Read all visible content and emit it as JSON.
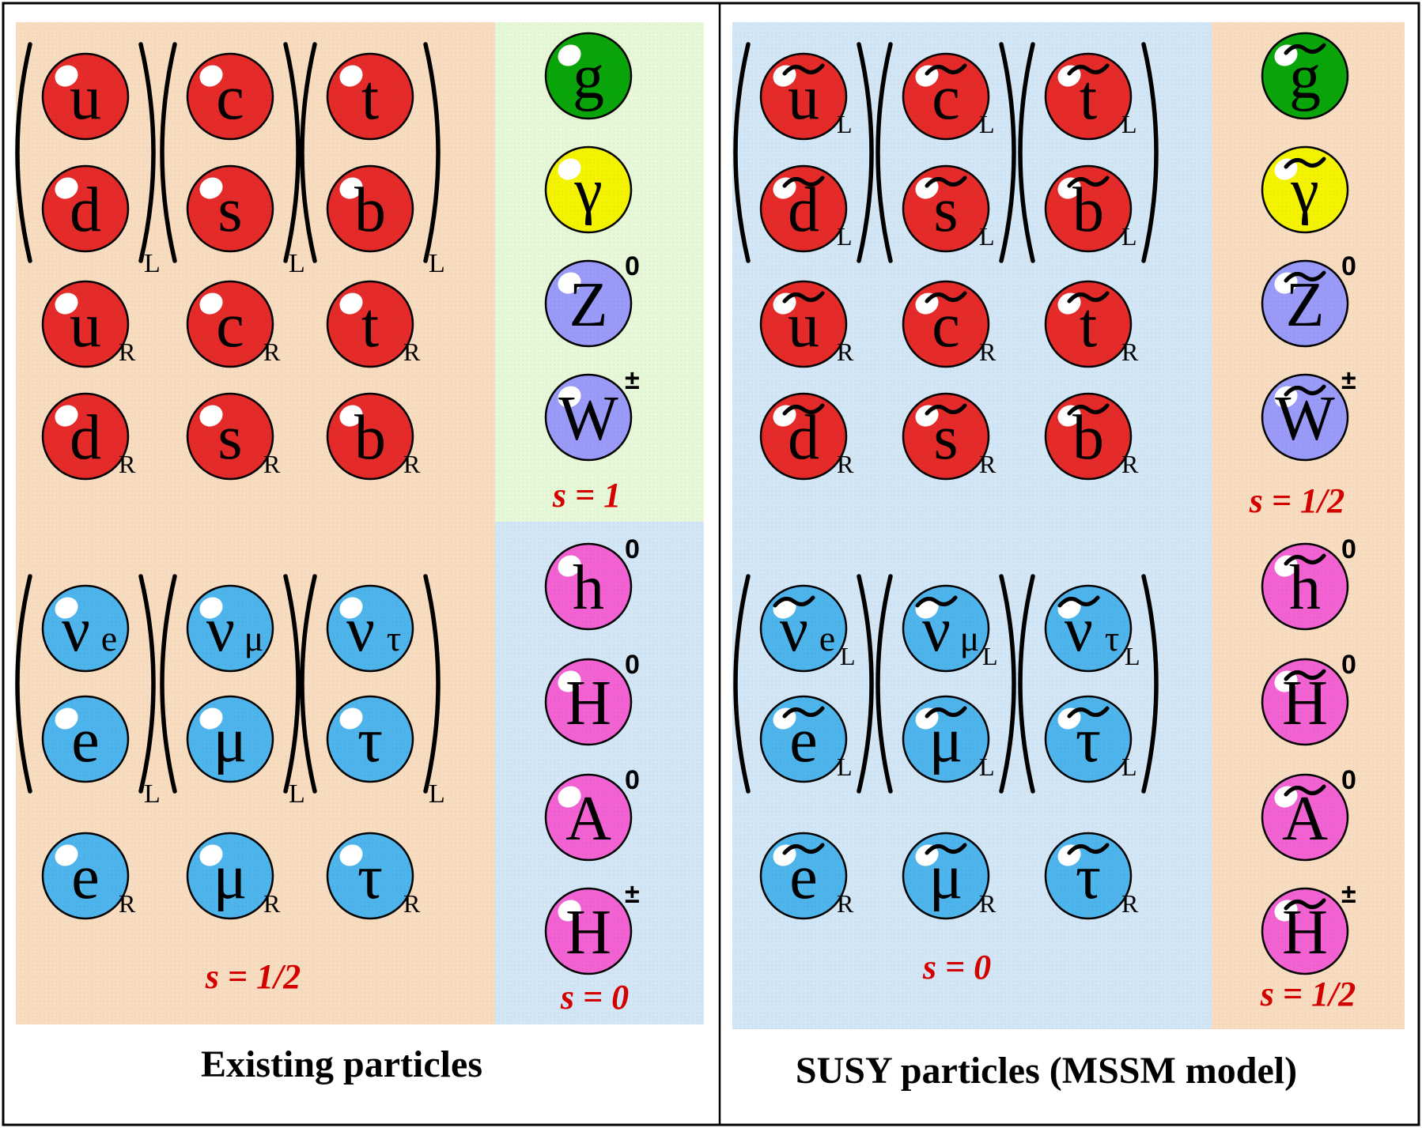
{
  "captions": {
    "left": "Existing particles",
    "right": "SUSY particles (MSSM model)"
  },
  "colors": {
    "panel_peach": "#f8dcc0",
    "panel_green": "#e6f8d8",
    "panel_blue": "#d2e6f6",
    "quark": "#e52a2a",
    "lepton": "#4eb4ec",
    "gluon": "#0aa50a",
    "photon": "#f4f400",
    "electroweak": "#9a9af8",
    "higgs": "#f262d2",
    "spin_label": "#d40000"
  },
  "existing": {
    "quarks_left": [
      {
        "upper": {
          "symbol": "u"
        },
        "lower": {
          "symbol": "d"
        },
        "label": "L"
      },
      {
        "upper": {
          "symbol": "c"
        },
        "lower": {
          "symbol": "s"
        },
        "label": "L"
      },
      {
        "upper": {
          "symbol": "t"
        },
        "lower": {
          "symbol": "b"
        },
        "label": "L"
      }
    ],
    "quarks_right_up": [
      {
        "symbol": "u",
        "sub": "R"
      },
      {
        "symbol": "c",
        "sub": "R"
      },
      {
        "symbol": "t",
        "sub": "R"
      }
    ],
    "quarks_right_down": [
      {
        "symbol": "d",
        "sub": "R"
      },
      {
        "symbol": "s",
        "sub": "R"
      },
      {
        "symbol": "b",
        "sub": "R"
      }
    ],
    "leptons_left": [
      {
        "upper": {
          "symbol": "ν",
          "inner": "e"
        },
        "lower": {
          "symbol": "e"
        },
        "label": "L"
      },
      {
        "upper": {
          "symbol": "ν",
          "inner": "μ"
        },
        "lower": {
          "symbol": "μ"
        },
        "label": "L"
      },
      {
        "upper": {
          "symbol": "ν",
          "inner": "τ"
        },
        "lower": {
          "symbol": "τ"
        },
        "label": "L"
      }
    ],
    "leptons_right": [
      {
        "symbol": "e",
        "sub": "R"
      },
      {
        "symbol": "μ",
        "sub": "R"
      },
      {
        "symbol": "τ",
        "sub": "R"
      }
    ],
    "fermion_spin": "s = 1/2",
    "gauge_bosons": [
      {
        "symbol": "g",
        "sup": ""
      },
      {
        "symbol": "γ",
        "sup": ""
      },
      {
        "symbol": "Z",
        "sup": "0"
      },
      {
        "symbol": "W",
        "sup": "±"
      }
    ],
    "gauge_spin": "s = 1",
    "higgs_bosons": [
      {
        "symbol": "h",
        "sup": "0"
      },
      {
        "symbol": "H",
        "sup": "0"
      },
      {
        "symbol": "A",
        "sup": "0"
      },
      {
        "symbol": "H",
        "sup": "±"
      }
    ],
    "higgs_spin": "s = 0"
  },
  "susy": {
    "squarks_left": [
      {
        "upper": {
          "symbol": "u",
          "sub": "L"
        },
        "lower": {
          "symbol": "d",
          "sub": "L"
        }
      },
      {
        "upper": {
          "symbol": "c",
          "sub": "L"
        },
        "lower": {
          "symbol": "s",
          "sub": "L"
        }
      },
      {
        "upper": {
          "symbol": "t",
          "sub": "L"
        },
        "lower": {
          "symbol": "b",
          "sub": "L"
        }
      }
    ],
    "squarks_right_up": [
      {
        "symbol": "u",
        "sub": "R"
      },
      {
        "symbol": "c",
        "sub": "R"
      },
      {
        "symbol": "t",
        "sub": "R"
      }
    ],
    "squarks_right_down": [
      {
        "symbol": "d",
        "sub": "R"
      },
      {
        "symbol": "s",
        "sub": "R"
      },
      {
        "symbol": "b",
        "sub": "R"
      }
    ],
    "sleptons_left": [
      {
        "upper": {
          "symbol": "ν",
          "inner": "e",
          "sub": "L"
        },
        "lower": {
          "symbol": "e",
          "sub": "L"
        }
      },
      {
        "upper": {
          "symbol": "ν",
          "inner": "μ",
          "sub": "L"
        },
        "lower": {
          "symbol": "μ",
          "sub": "L"
        }
      },
      {
        "upper": {
          "symbol": "ν",
          "inner": "τ",
          "sub": "L"
        },
        "lower": {
          "symbol": "τ",
          "sub": "L"
        }
      }
    ],
    "sleptons_right": [
      {
        "symbol": "e",
        "sub": "R"
      },
      {
        "symbol": "μ",
        "sub": "R"
      },
      {
        "symbol": "τ",
        "sub": "R"
      }
    ],
    "sfermion_spin": "s = 0",
    "gauginos": [
      {
        "symbol": "g",
        "sup": ""
      },
      {
        "symbol": "γ",
        "sup": ""
      },
      {
        "symbol": "Z",
        "sup": "0"
      },
      {
        "symbol": "W",
        "sup": "±"
      }
    ],
    "gaugino_spin": "s = 1/2",
    "higgsinos": [
      {
        "symbol": "h",
        "sup": "0"
      },
      {
        "symbol": "H",
        "sup": "0"
      },
      {
        "symbol": "A",
        "sup": "0"
      },
      {
        "symbol": "H",
        "sup": "±"
      }
    ],
    "higgsino_spin": "s = 1/2"
  }
}
